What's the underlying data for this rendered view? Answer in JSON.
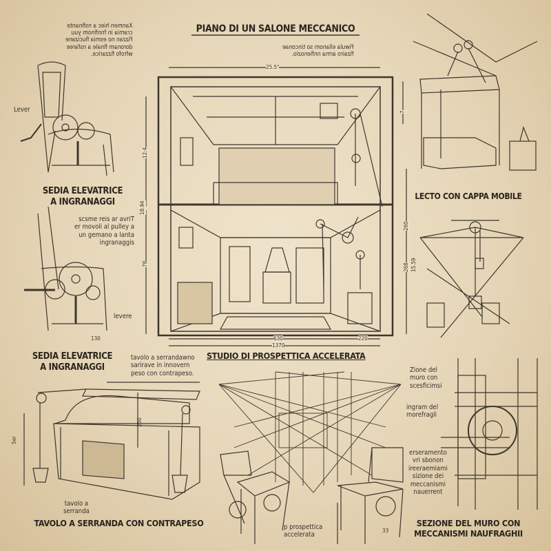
{
  "title": "PIANO DI UN SALONE MECCANICO",
  "top_left_note_mirrored": "Xanmen hiec a nsfinante\ncramia in fnnfinom yuu\nFizzan no esmia fiucizane\ndoronam finale a nsfaree\nwfrofo fizzarice.",
  "top_center_note_mirrored": "Fiwula ellanom so tinconae\nfizairo arma nnfienozio.",
  "chair_top": {
    "lever_label": "Lever",
    "caption": "SEDIA ELEVATRICE\nA INGRANAGGI"
  },
  "chair_bottom": {
    "note": "scsme reis ar avriT\ner movoli al pulley a\nun gemano a lanta\ningranaggis",
    "lever_label": "levere",
    "caption": "SEDIA ELEVATRICE\nA INGRANAGGI"
  },
  "room": {
    "width_dim": "25.5\"",
    "left_dims": [
      "12:4",
      "18.94",
      "78"
    ],
    "right_dims": [
      "7",
      "260",
      "268",
      "15.59"
    ],
    "bottom_dims": [
      "130",
      "630",
      "220"
    ],
    "total_dim": "1370"
  },
  "bed": {
    "caption": "LECTO CON CAPPA MOBILE"
  },
  "perspective": {
    "caption": "STUDIO DI PROSPETTICA ACCELERATA",
    "note": "p prospettica\naccelerata",
    "dim": "33"
  },
  "desk": {
    "top_note": "tavolo a serrandawno\nsarirave in innovern\npeso con contrapeso.",
    "label": "tavolo a\nserranda",
    "left_dim": "5er",
    "right_dim": "250",
    "caption": "TAVOLO A SERRANDA CON CONTRAPESO"
  },
  "wall": {
    "notes": [
      "Zione del\nmuro con\nscesficimsi",
      "ingram del\nmorefragli",
      "erseramento\nvri sbonon\nireeraemiami\nsizione dei\nmeccanismi\nnauerrent"
    ],
    "caption": "SEZIONE DEL MURO CON\nMECCANISMI NAUFRAGHII"
  },
  "colors": {
    "paper": "#e9dbbf",
    "ink": "#3a332a"
  }
}
